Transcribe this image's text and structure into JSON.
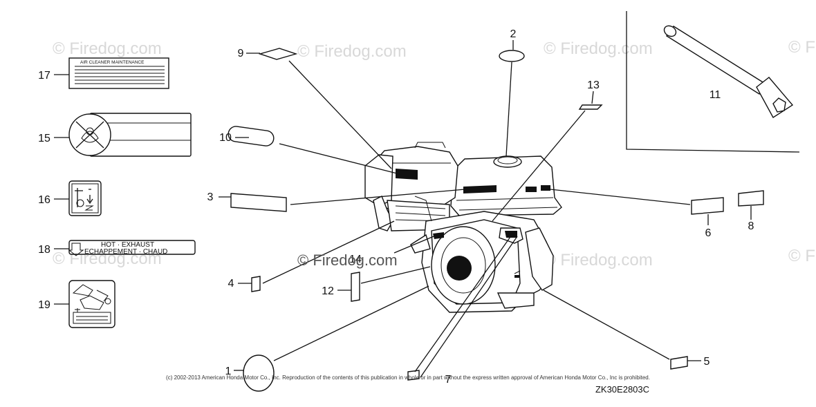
{
  "watermark": "© Firedog.com",
  "copyright": "(c) 2002-2013 American Honda Motor Co., Inc. Reproduction of the contents of this publication in whole or in part without the express written approval of American Honda Motor Co., Inc is prohibited.",
  "diagram_code": "ZK30E2803C",
  "callouts": {
    "n1": "1",
    "n2": "2",
    "n3": "3",
    "n4": "4",
    "n5": "5",
    "n6": "6",
    "n7": "7",
    "n8": "8",
    "n9": "9",
    "n10": "10",
    "n11": "11",
    "n12": "12",
    "n13": "13",
    "n14": "14",
    "n15": "15",
    "n16": "16",
    "n17": "17",
    "n18": "18",
    "n19": "19"
  },
  "labels": {
    "air_cleaner": "AIR CLEANER MAINTENANCE",
    "hot_exhaust_line1": "HOT · EXHAUST",
    "hot_exhaust_line2": "ECHAPPEMENT · CHAUD"
  }
}
